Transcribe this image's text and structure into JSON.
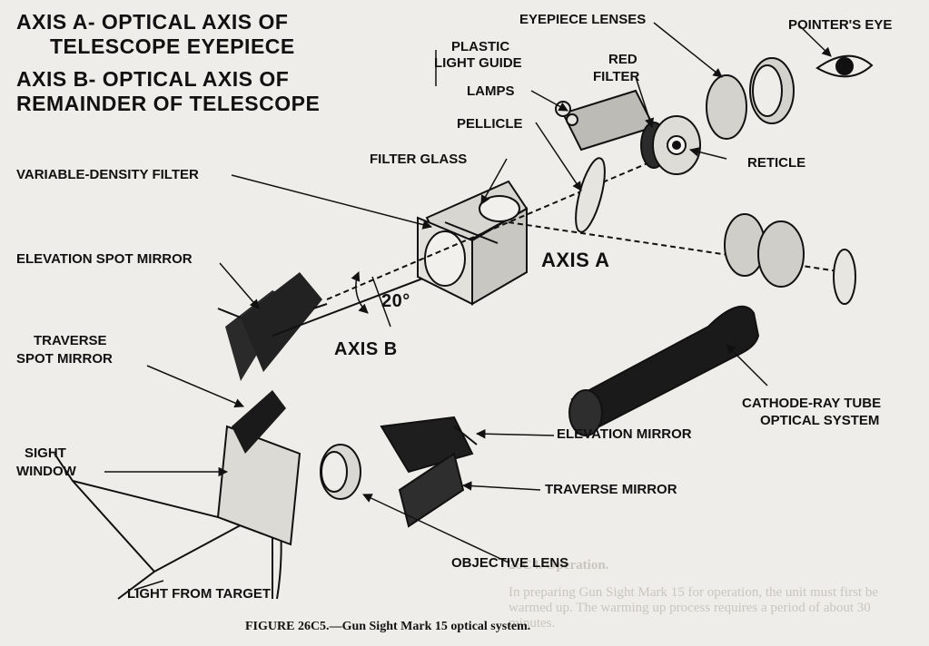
{
  "axis_notes": {
    "axis_a_line1": "AXIS A- OPTICAL AXIS OF",
    "axis_a_line2": "TELESCOPE EYEPIECE",
    "axis_b_line1": "AXIS B- OPTICAL AXIS OF",
    "axis_b_line2": "REMAINDER OF TELESCOPE"
  },
  "labels": {
    "eyepiece_lenses": "EYEPIECE LENSES",
    "pointers_eye": "POINTER'S EYE",
    "plastic_light_guide_1": "PLASTIC",
    "plastic_light_guide_2": "LIGHT GUIDE",
    "red_filter_1": "RED",
    "red_filter_2": "FILTER",
    "lamps": "LAMPS",
    "pellicle": "PELLICLE",
    "reticle": "RETICLE",
    "filter_glass": "FILTER GLASS",
    "variable_density_filter": "VARIABLE-DENSITY FILTER",
    "elevation_spot_mirror": "ELEVATION SPOT MIRROR",
    "axis_a": "AXIS A",
    "angle": "20°",
    "axis_b": "AXIS B",
    "traverse_spot_mirror_1": "TRAVERSE",
    "traverse_spot_mirror_2": "SPOT MIRROR",
    "crt_1": "CATHODE-RAY TUBE",
    "crt_2": "OPTICAL SYSTEM",
    "sight_window_1": "SIGHT",
    "sight_window_2": "WINDOW",
    "elevation_mirror": "ELEVATION MIRROR",
    "traverse_mirror": "TRAVERSE MIRROR",
    "objective_lens": "OBJECTIVE LENS",
    "light_from_target": "LIGHT FROM TARGET"
  },
  "caption": {
    "figure": "FIGURE 26C5.",
    "text": "—Gun Sight Mark 15 optical system."
  },
  "background_text": {
    "heading": "26C4. Operation.",
    "paragraph": "In preparing Gun Sight Mark 15 for operation, the unit must first be warmed up. The warming up process requires a period of about 30 minutes."
  },
  "colors": {
    "ink": "#111111",
    "paper": "#efede9",
    "faded_text": "#aaa69f"
  }
}
